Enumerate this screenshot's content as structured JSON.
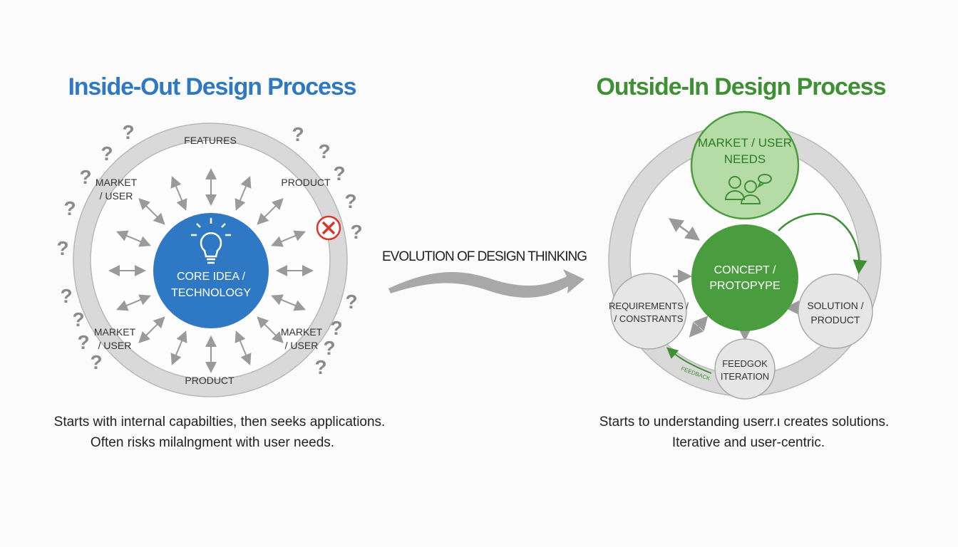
{
  "colors": {
    "inside_out": "#2f78c4",
    "outside_in": "#3f8f35",
    "ring": "#dcdcdc",
    "light_green": "#a9d49a",
    "dark_green": "#4a9d3e",
    "red_x": "#d9342b"
  },
  "left": {
    "title": "Inside-Out Design Process",
    "core_line1": "CORE IDEA /",
    "core_line2": "TECHNOLOGY",
    "ring_labels": {
      "top": "FEATURES",
      "top_right": "PRODUCT",
      "top_left_1": "MARKET",
      "top_left_2": "/ USER",
      "bottom_left_1": "MARKET",
      "bottom_left_2": "/ USER",
      "bottom_right_1": "MARKET",
      "bottom_right_2": "/ USER",
      "bottom": "PRODUCT"
    },
    "question_mark": "?",
    "caption_line1": "Starts with internal capabilties, then seeks applications.",
    "caption_line2": "Often risks milalngment with user needs.",
    "icons": [
      "lightbulb-icon",
      "question-mark-icon",
      "x-circle-icon",
      "double-arrow-icon"
    ]
  },
  "middle": {
    "label": "EVOLUTION OF DESIGN THINKING",
    "icon": "swoosh-arrow-icon"
  },
  "right": {
    "title": "Outside-In Design Process",
    "market_line1": "MARKET / USER",
    "market_line2": "NEEDS",
    "concept_line1": "CONCEPT /",
    "concept_line2": "PROTOPYPE",
    "requirements_line1": "REQUIREMENTS /",
    "requirements_line2": "/ CONSTRANTS",
    "solution_line1": "SOLUTION /",
    "solution_line2": "PRODUCT",
    "feedback_line1": "FEEDGOK",
    "feedback_line2": "ITERATION",
    "feedback_arrow_label": "FEEDBACK",
    "caption_line1": "Starts to understanding userr.ι creates solutions.",
    "caption_line2": "Iterative and user-centric.",
    "icons": [
      "users-chat-icon",
      "curved-arrow-icon"
    ]
  }
}
